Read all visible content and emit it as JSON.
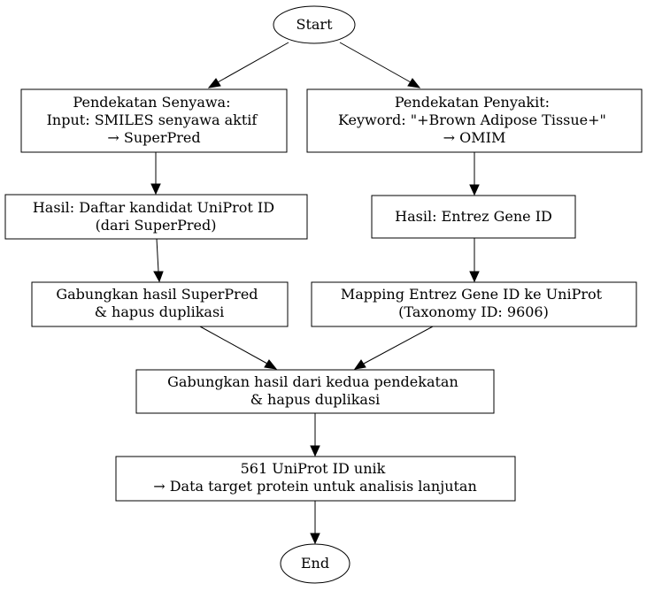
{
  "nodes": {
    "start": [
      "Start"
    ],
    "senyawa": [
      "Pendekatan Senyawa:",
      "Input: SMILES senyawa aktif",
      "→ SuperPred"
    ],
    "penyakit": [
      "Pendekatan Penyakit:",
      "Keyword: \"+Brown Adipose Tissue+\"",
      "→ OMIM"
    ],
    "hasil_uniprot": [
      "Hasil: Daftar kandidat UniProt ID",
      "(dari SuperPred)"
    ],
    "hasil_entrez": [
      "Hasil: Entrez Gene ID"
    ],
    "gabung_superpred": [
      "Gabungkan hasil SuperPred",
      "& hapus duplikasi"
    ],
    "mapping": [
      "Mapping Entrez Gene ID ke UniProt",
      "(Taxonomy ID: 9606)"
    ],
    "gabung_kedua": [
      "Gabungkan hasil dari kedua pendekatan",
      "& hapus duplikasi"
    ],
    "unik": [
      "561 UniProt ID unik",
      "→ Data target protein untuk analisis lanjutan"
    ],
    "end": [
      "End"
    ]
  }
}
